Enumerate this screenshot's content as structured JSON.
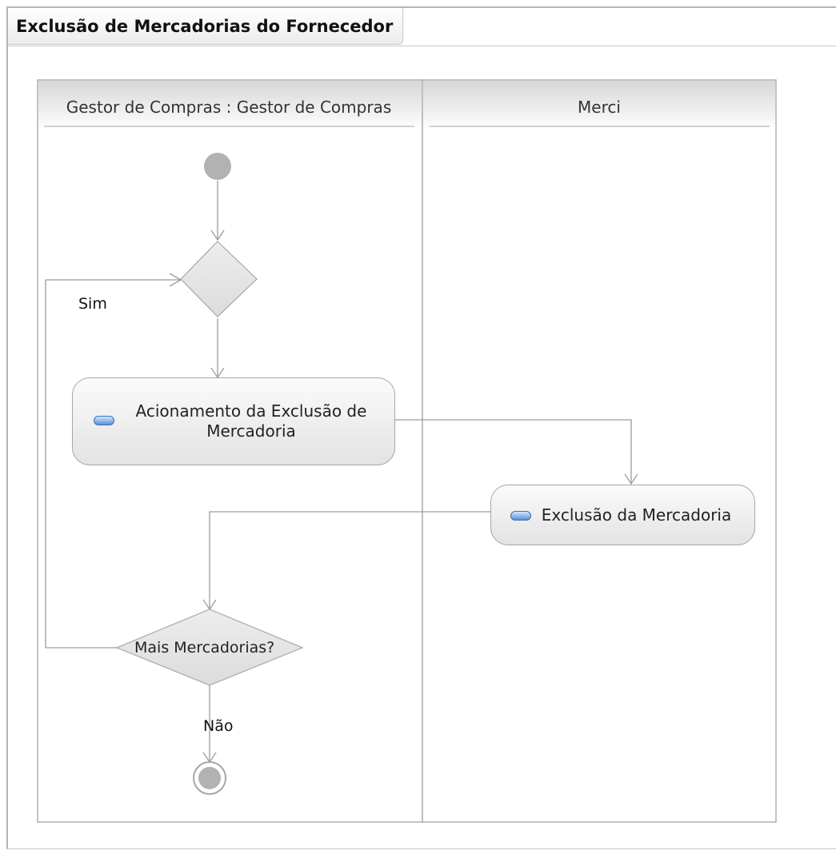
{
  "diagram_title": "Exclusão de Mercadorias do Fornecedor",
  "lanes": [
    {
      "label": "Gestor de Compras : Gestor de Compras"
    },
    {
      "label": "Merci"
    }
  ],
  "nodes": {
    "initial": {
      "kind": "initial-node"
    },
    "merge": {
      "kind": "merge-node"
    },
    "acionamento": {
      "kind": "action",
      "label_line1": "Acionamento da Exclusão de",
      "label_line2": "Mercadoria"
    },
    "exclusao": {
      "kind": "action",
      "label": "Exclusão da Mercadoria"
    },
    "decision": {
      "kind": "decision",
      "label": "Mais Mercadorias?"
    },
    "final": {
      "kind": "final-node"
    }
  },
  "edge_labels": {
    "sim": "Sim",
    "nao": "Não"
  },
  "colors": {
    "node_fill": "#e6e6e6",
    "node_stroke": "#a6a6a6",
    "edge": "#9c9c9c",
    "lane_border": "#b0b0b0",
    "icon_blue": "#5b90d6"
  }
}
